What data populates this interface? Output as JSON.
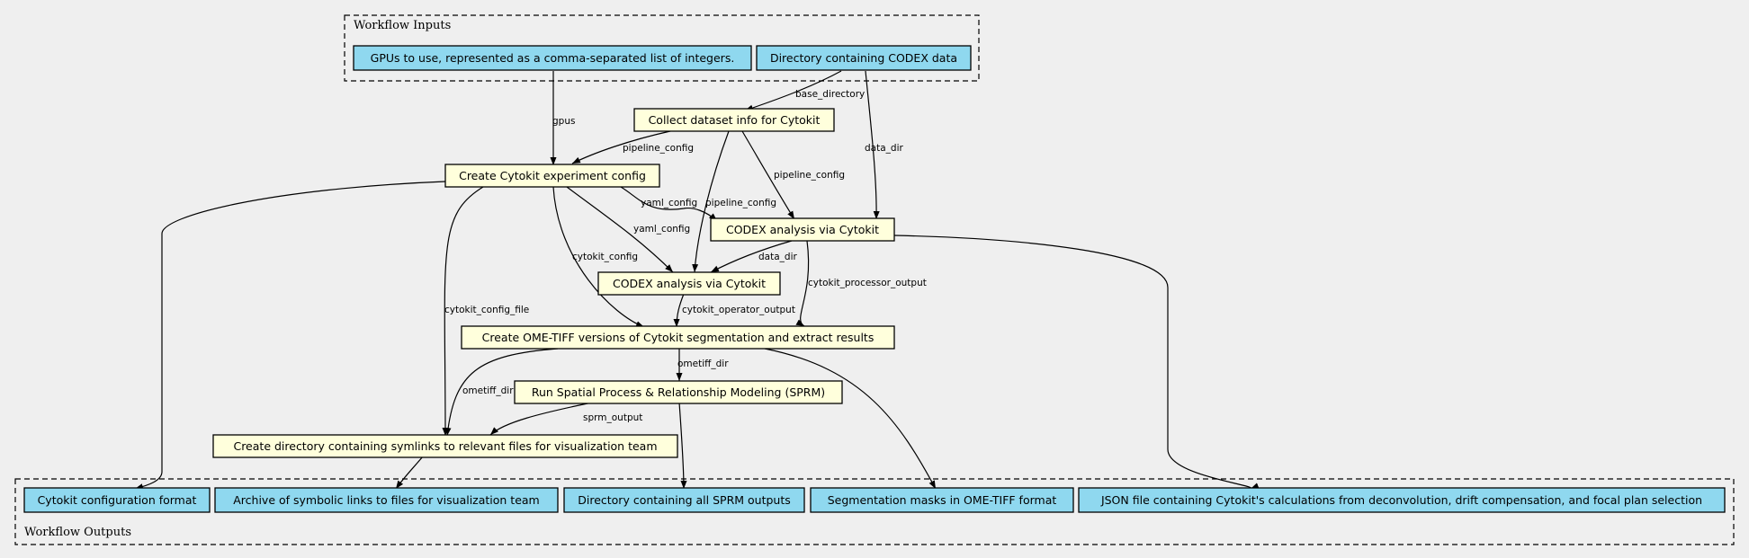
{
  "clusters": {
    "inputs_label": "Workflow Inputs",
    "outputs_label": "Workflow Outputs"
  },
  "inputs": {
    "gpus": "GPUs to use, represented as a comma-separated list of integers.",
    "data_dir": "Directory containing CODEX data"
  },
  "steps": {
    "collect": "Collect dataset info for Cytokit",
    "create_config": "Create Cytokit experiment config",
    "codex_processor": "CODEX analysis via Cytokit",
    "codex_operator": "CODEX analysis via Cytokit",
    "ome_tiff": "Create OME-TIFF versions of Cytokit segmentation and extract results",
    "sprm": "Run Spatial Process & Relationship Modeling (SPRM)",
    "symlinks": "Create directory containing symlinks to relevant files for visualization team"
  },
  "outputs": {
    "config_format": "Cytokit configuration format",
    "archive": "Archive of symbolic links to files for visualization team",
    "sprm_dir": "Directory containing all SPRM outputs",
    "masks": "Segmentation masks in OME-TIFF format",
    "json": "JSON file containing Cytokit's calculations from deconvolution, drift compensation, and focal plan selection"
  },
  "edges": {
    "gpus": "gpus",
    "base_directory": "base_directory",
    "data_dir": "data_dir",
    "pipeline_config": "pipeline_config",
    "yaml_config": "yaml_config",
    "cytokit_config": "cytokit_config",
    "cytokit_config_file": "cytokit_config_file",
    "cytokit_processor_output": "cytokit_processor_output",
    "cytokit_operator_output": "cytokit_operator_output",
    "ometiff_dir": "ometiff_dir",
    "sprm_output": "sprm_output"
  },
  "colors": {
    "io_fill": "#8fd8ef",
    "step_fill": "#ffffdc",
    "background": "#efefef"
  }
}
